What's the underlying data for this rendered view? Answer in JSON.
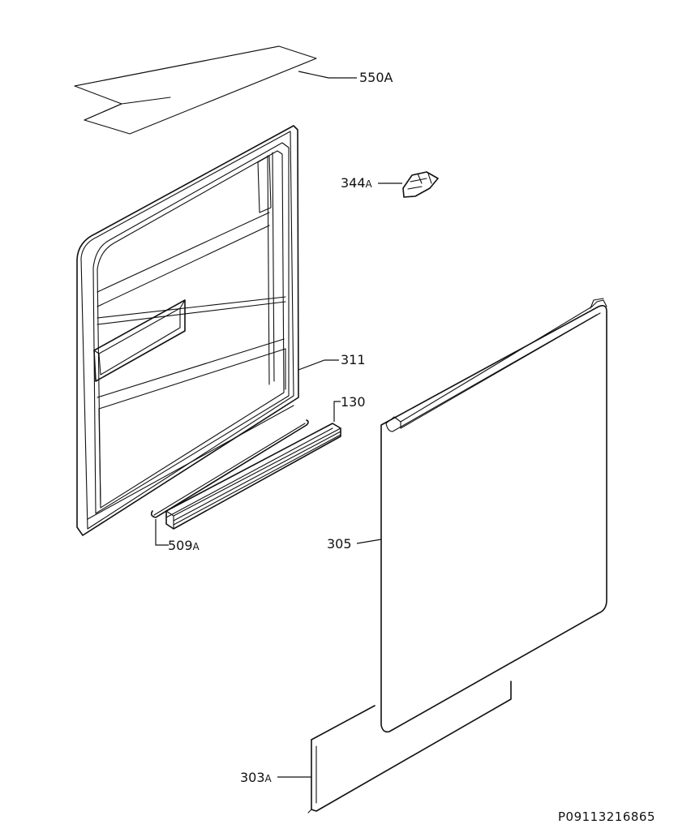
{
  "labels": {
    "p550": {
      "num": "550",
      "suffix": "A"
    },
    "p344": {
      "num": "344",
      "suffix": "A"
    },
    "p311": {
      "num": "311",
      "suffix": ""
    },
    "p130": {
      "num": "130",
      "suffix": ""
    },
    "p509": {
      "num": "509",
      "suffix": "A"
    },
    "p305": {
      "num": "305",
      "suffix": ""
    },
    "p303": {
      "num": "303",
      "suffix": "A"
    }
  },
  "reference_code": "P09113216865"
}
